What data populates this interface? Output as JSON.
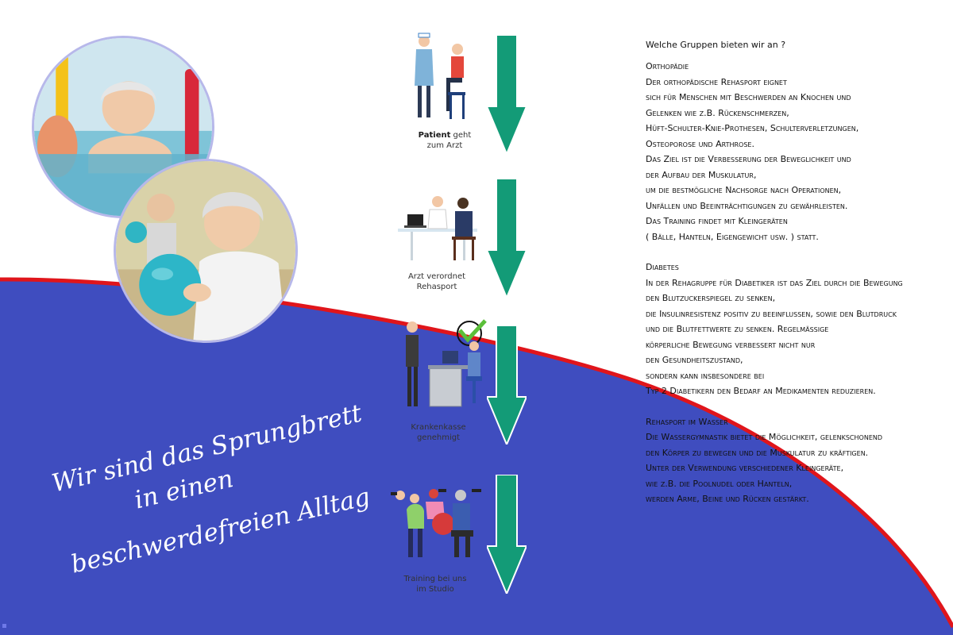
{
  "slogan": {
    "line1": "Wir sind das Sprungbrett",
    "line2": "in einen",
    "line3": "beschwerdefreien Alltag"
  },
  "steps": [
    {
      "bold": "Patient",
      "rest": " geht",
      "line2": "zum Arzt"
    },
    {
      "bold": "",
      "rest": "Arzt verordnet",
      "line2": "Rehasport"
    },
    {
      "bold": "",
      "rest": "Krankenkasse",
      "line2": "genehmigt"
    },
    {
      "bold": "",
      "rest": "Training bei uns",
      "line2": "im Studio"
    }
  ],
  "info": {
    "heading": "Welche Gruppen bieten wir an ?",
    "orthopaedie": [
      "Orthopädie",
      "Der orthopädische Rehasport eignet",
      "sich für Menschen mit Beschwerden an Knochen und",
      "Gelenken wie z.B. Rückenschmerzen,",
      "Hüft-Schulter-Knie-Prothesen, Schulterverletzungen,",
      "Osteoporose und Arthrose.",
      "Das Ziel ist die Verbesserung der Beweglichkeit und",
      "der Aufbau der Muskulatur,",
      "um die bestmögliche Nachsorge nach Operationen,",
      "Unfällen und Beeinträchtigungen zu gewährleisten.",
      "Das Training findet mit Kleingeräten",
      "( Bälle, Hanteln, Eigengewicht usw. ) statt."
    ],
    "diabetes": [
      "Diabetes",
      "In der Rehagruppe für Diabetiker ist das Ziel durch die Bewegung",
      "den Blutzuckerspiegel zu senken,",
      "die Insulinresistenz positiv zu beeinflussen, sowie den Blutdruck",
      "und die Blutfettwerte zu senken. Regelmäßige",
      "körperliche Bewegung verbessert nicht nur",
      "den Gesundheitszustand,",
      "sondern kann insbesondere bei",
      "Typ 2 Diabetikern den Bedarf an Medikamenten reduzieren."
    ],
    "wasser": [
      "Rehasport im Wasser",
      "Die Wassergymnastik bietet die Möglichkeit, gelenkschonend",
      "den Körper zu bewegen und die Muskulatur zu kräftigen.",
      "Unter der  Verwendung verschiedener Kleingeräte,",
      "wie z.B. die Poolnudel oder Hanteln,",
      "werden Arme, Beine und Rücken gestärkt."
    ]
  },
  "colors": {
    "blue": "#3f4dbf",
    "red_stripe": "#e0151b",
    "arrow_green": "#139b77",
    "circle_border": "#b7b8ea"
  }
}
